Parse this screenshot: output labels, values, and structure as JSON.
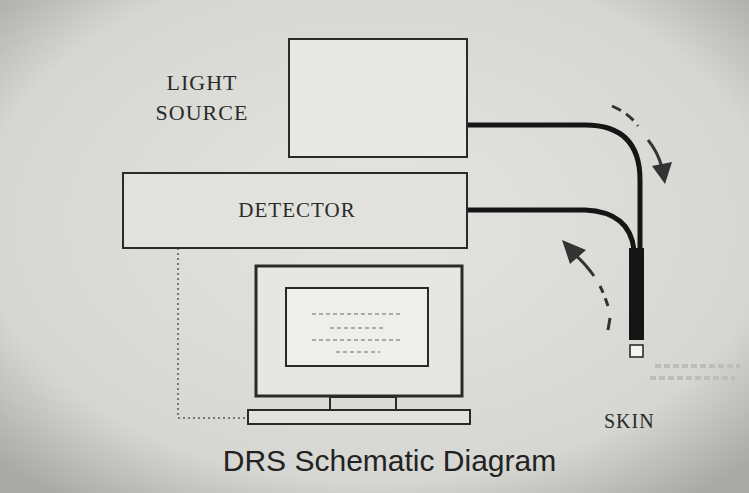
{
  "diagram": {
    "caption": "DRS Schematic Diagram",
    "nodes": [
      {
        "text": [
          "LIGHT SOURCE"
        ]
      },
      {
        "text": [
          "DETECTOR"
        ]
      }
    ],
    "labels": [
      "SKIN"
    ]
  }
}
